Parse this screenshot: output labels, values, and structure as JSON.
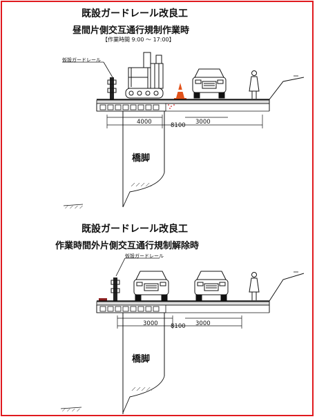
{
  "panel_day": {
    "title": "既設ガードレール改良工",
    "subtitle": "昼間片側交互通行規制作業時",
    "hours": "【作業時間 9:00 ～ 17:00】",
    "temp_guardrail_label": "仮設ガードレール",
    "dim_left": "4000",
    "dim_total": "8100",
    "dim_right": "3000",
    "pier_label": "橋脚"
  },
  "panel_night": {
    "title": "既設ガードレール改良工",
    "subtitle": "作業時間外片側交互通行規制解除時",
    "temp_guardrail_label": "仮設ガードレール",
    "dim_left": "3000",
    "dim_total": "8100",
    "dim_right": "3000",
    "pier_label": "橋脚"
  },
  "colors": {
    "border": "#e0191e",
    "cone": "#e2521a",
    "cone_stripe": "#ffffff",
    "barrier_block": "#8a1f1f",
    "line": "#111111"
  },
  "icons": [
    "excavator-icon",
    "traffic-cone-icon",
    "car-icon",
    "pedestrian-icon",
    "guardrail-icon"
  ]
}
